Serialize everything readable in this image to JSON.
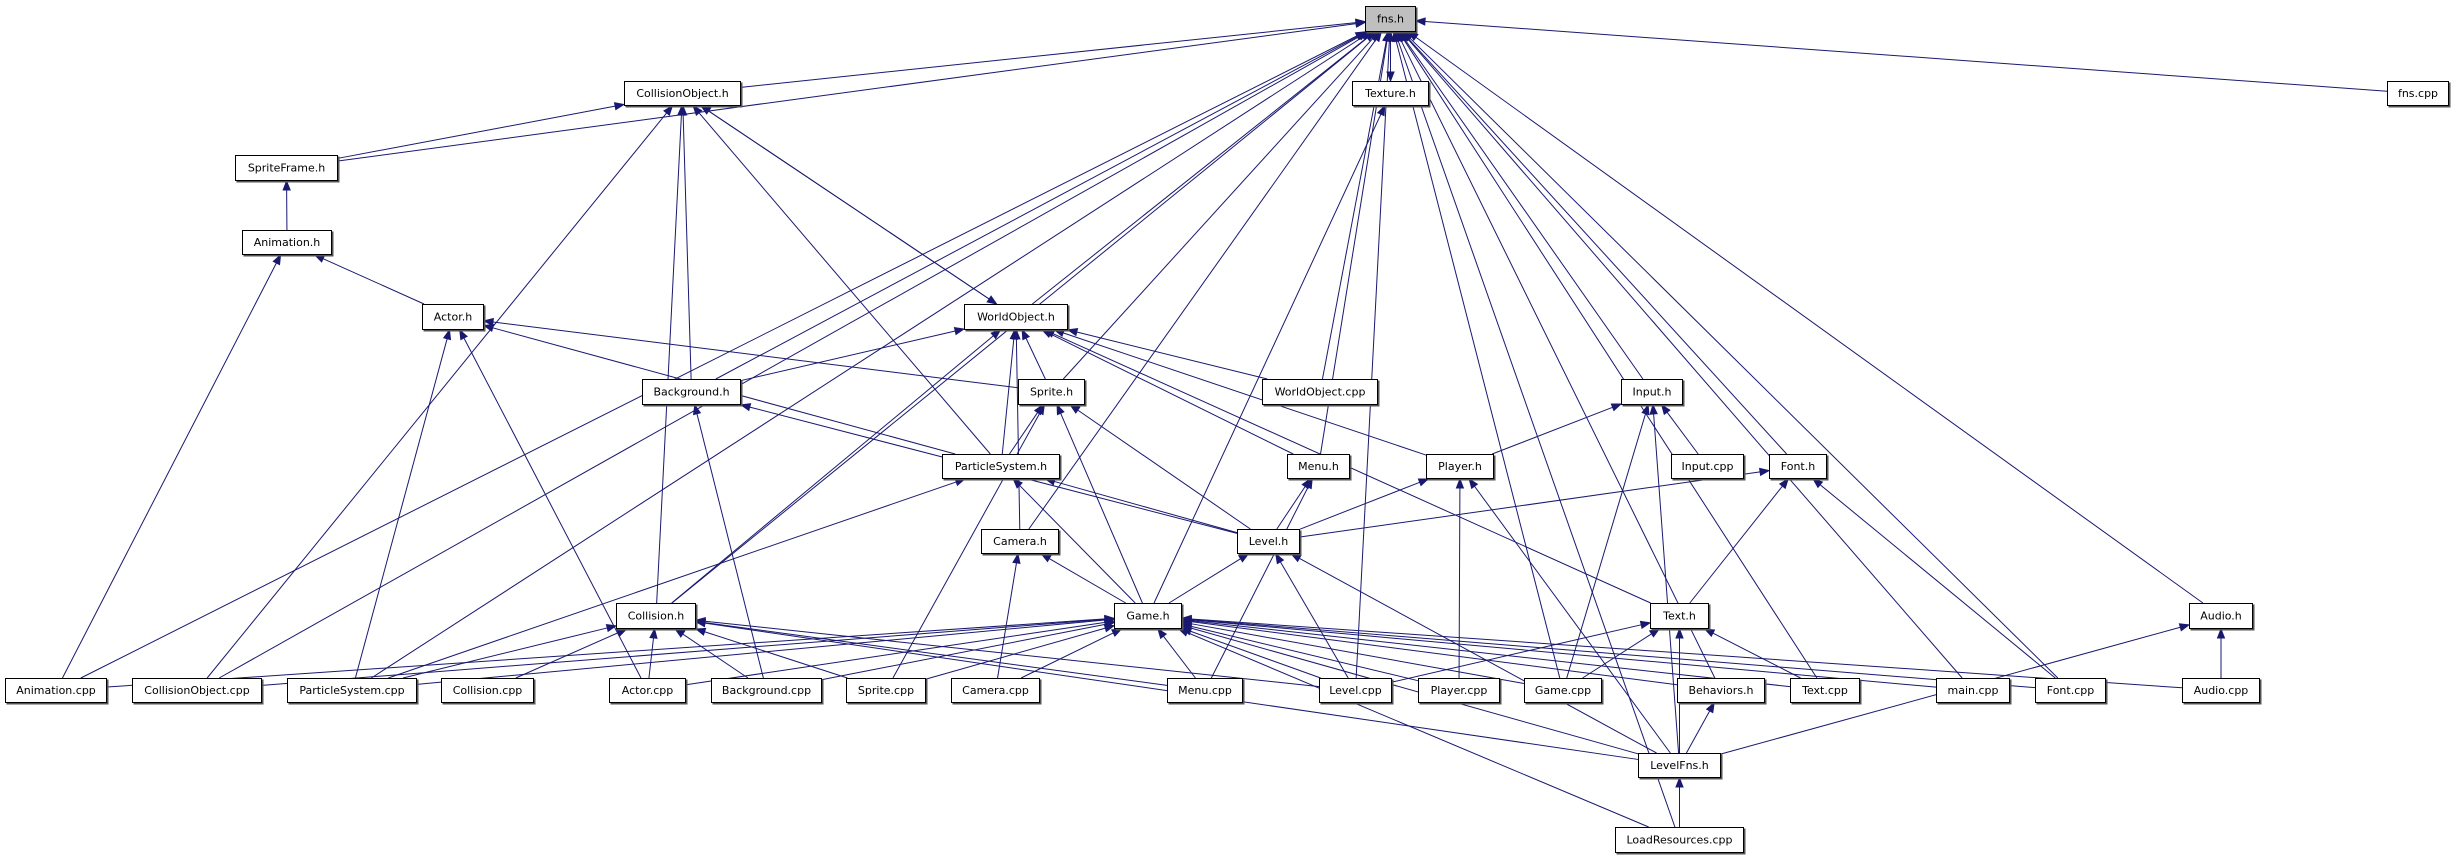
{
  "colors": {
    "edge": "#191970",
    "highlight_fill": "#bfbfbf",
    "node_fill": "#ffffff",
    "node_border": "#000000"
  },
  "nodes": [
    {
      "id": "fns.h",
      "label": "fns.h",
      "highlighted": true
    },
    {
      "id": "CollisionObject.h",
      "label": "CollisionObject.h"
    },
    {
      "id": "Texture.h",
      "label": "Texture.h"
    },
    {
      "id": "fns.cpp",
      "label": "fns.cpp"
    },
    {
      "id": "SpriteFrame.h",
      "label": "SpriteFrame.h"
    },
    {
      "id": "Animation.h",
      "label": "Animation.h"
    },
    {
      "id": "Actor.h",
      "label": "Actor.h"
    },
    {
      "id": "WorldObject.h",
      "label": "WorldObject.h"
    },
    {
      "id": "Background.h",
      "label": "Background.h"
    },
    {
      "id": "Sprite.h",
      "label": "Sprite.h"
    },
    {
      "id": "WorldObject.cpp",
      "label": "WorldObject.cpp"
    },
    {
      "id": "Input.h",
      "label": "Input.h"
    },
    {
      "id": "ParticleSystem.h",
      "label": "ParticleSystem.h"
    },
    {
      "id": "Menu.h",
      "label": "Menu.h"
    },
    {
      "id": "Player.h",
      "label": "Player.h"
    },
    {
      "id": "Input.cpp",
      "label": "Input.cpp"
    },
    {
      "id": "Font.h",
      "label": "Font.h"
    },
    {
      "id": "Camera.h",
      "label": "Camera.h"
    },
    {
      "id": "Level.h",
      "label": "Level.h"
    },
    {
      "id": "Collision.h",
      "label": "Collision.h"
    },
    {
      "id": "Game.h",
      "label": "Game.h"
    },
    {
      "id": "Text.h",
      "label": "Text.h"
    },
    {
      "id": "Audio.h",
      "label": "Audio.h"
    },
    {
      "id": "Animation.cpp",
      "label": "Animation.cpp"
    },
    {
      "id": "CollisionObject.cpp",
      "label": "CollisionObject.cpp"
    },
    {
      "id": "ParticleSystem.cpp",
      "label": "ParticleSystem.cpp"
    },
    {
      "id": "Collision.cpp",
      "label": "Collision.cpp"
    },
    {
      "id": "Actor.cpp",
      "label": "Actor.cpp"
    },
    {
      "id": "Background.cpp",
      "label": "Background.cpp"
    },
    {
      "id": "Sprite.cpp",
      "label": "Sprite.cpp"
    },
    {
      "id": "Camera.cpp",
      "label": "Camera.cpp"
    },
    {
      "id": "Menu.cpp",
      "label": "Menu.cpp"
    },
    {
      "id": "Level.cpp",
      "label": "Level.cpp"
    },
    {
      "id": "Player.cpp",
      "label": "Player.cpp"
    },
    {
      "id": "Game.cpp",
      "label": "Game.cpp"
    },
    {
      "id": "Behaviors.h",
      "label": "Behaviors.h"
    },
    {
      "id": "Text.cpp",
      "label": "Text.cpp"
    },
    {
      "id": "main.cpp",
      "label": "main.cpp"
    },
    {
      "id": "Font.cpp",
      "label": "Font.cpp"
    },
    {
      "id": "Audio.cpp",
      "label": "Audio.cpp"
    },
    {
      "id": "LevelFns.h",
      "label": "LevelFns.h"
    },
    {
      "id": "LoadResources.cpp",
      "label": "LoadResources.cpp"
    }
  ],
  "edges": [
    [
      "CollisionObject.h",
      "fns.h"
    ],
    [
      "Texture.h",
      "fns.h"
    ],
    [
      "fns.h",
      "Texture.h"
    ],
    [
      "fns.cpp",
      "fns.h"
    ],
    [
      "SpriteFrame.h",
      "fns.h"
    ],
    [
      "Animation.cpp",
      "fns.h"
    ],
    [
      "CollisionObject.cpp",
      "fns.h"
    ],
    [
      "ParticleSystem.cpp",
      "fns.h"
    ],
    [
      "Collision.h",
      "fns.h"
    ],
    [
      "Background.h",
      "fns.h"
    ],
    [
      "Camera.h",
      "fns.h"
    ],
    [
      "WorldObject.h",
      "fns.h"
    ],
    [
      "Sprite.h",
      "fns.h"
    ],
    [
      "WorldObject.cpp",
      "fns.h"
    ],
    [
      "Menu.h",
      "fns.h"
    ],
    [
      "Level.cpp",
      "fns.h"
    ],
    [
      "Game.cpp",
      "fns.h"
    ],
    [
      "Input.h",
      "fns.h"
    ],
    [
      "Font.h",
      "fns.h"
    ],
    [
      "Behaviors.h",
      "fns.h"
    ],
    [
      "Text.cpp",
      "fns.h"
    ],
    [
      "main.cpp",
      "fns.h"
    ],
    [
      "Font.cpp",
      "fns.h"
    ],
    [
      "Audio.h",
      "fns.h"
    ],
    [
      "LoadResources.cpp",
      "fns.h"
    ],
    [
      "Game.h",
      "Texture.h"
    ],
    [
      "SpriteFrame.h",
      "CollisionObject.h"
    ],
    [
      "CollisionObject.cpp",
      "CollisionObject.h"
    ],
    [
      "Collision.h",
      "CollisionObject.h"
    ],
    [
      "Background.h",
      "CollisionObject.h"
    ],
    [
      "ParticleSystem.h",
      "CollisionObject.h"
    ],
    [
      "WorldObject.h",
      "CollisionObject.h"
    ],
    [
      "CollisionObject.h",
      "WorldObject.h"
    ],
    [
      "Animation.h",
      "SpriteFrame.h"
    ],
    [
      "Actor.h",
      "Animation.h"
    ],
    [
      "Animation.cpp",
      "Animation.h"
    ],
    [
      "Sprite.h",
      "Actor.h"
    ],
    [
      "ParticleSystem.h",
      "Actor.h"
    ],
    [
      "ParticleSystem.cpp",
      "Actor.h"
    ],
    [
      "Actor.cpp",
      "Actor.h"
    ],
    [
      "Background.h",
      "WorldObject.h"
    ],
    [
      "Sprite.h",
      "WorldObject.h"
    ],
    [
      "ParticleSystem.h",
      "WorldObject.h"
    ],
    [
      "Camera.h",
      "WorldObject.h"
    ],
    [
      "Collision.h",
      "WorldObject.h"
    ],
    [
      "Menu.h",
      "WorldObject.h"
    ],
    [
      "Player.h",
      "WorldObject.h"
    ],
    [
      "Text.h",
      "WorldObject.h"
    ],
    [
      "WorldObject.cpp",
      "WorldObject.h"
    ],
    [
      "Background.cpp",
      "Background.h"
    ],
    [
      "Level.h",
      "Background.h"
    ],
    [
      "ParticleSystem.h",
      "Sprite.h"
    ],
    [
      "Game.h",
      "Sprite.h"
    ],
    [
      "Level.h",
      "Sprite.h"
    ],
    [
      "Sprite.cpp",
      "Sprite.h"
    ],
    [
      "ParticleSystem.cpp",
      "ParticleSystem.h"
    ],
    [
      "Game.h",
      "ParticleSystem.h"
    ],
    [
      "Level.h",
      "ParticleSystem.h"
    ],
    [
      "Game.h",
      "Camera.h"
    ],
    [
      "Camera.cpp",
      "Camera.h"
    ],
    [
      "Level.h",
      "Menu.h"
    ],
    [
      "Menu.cpp",
      "Menu.h"
    ],
    [
      "Level.h",
      "Player.h"
    ],
    [
      "Player.cpp",
      "Player.h"
    ],
    [
      "LevelFns.h",
      "Player.h"
    ],
    [
      "Player.h",
      "Input.h"
    ],
    [
      "Input.cpp",
      "Input.h"
    ],
    [
      "Game.cpp",
      "Input.h"
    ],
    [
      "LevelFns.h",
      "Input.h"
    ],
    [
      "Level.h",
      "Font.h"
    ],
    [
      "Text.h",
      "Font.h"
    ],
    [
      "Font.cpp",
      "Font.h"
    ],
    [
      "Game.h",
      "Level.h"
    ],
    [
      "Level.cpp",
      "Level.h"
    ],
    [
      "LevelFns.h",
      "Level.h"
    ],
    [
      "ParticleSystem.cpp",
      "Collision.h"
    ],
    [
      "Collision.cpp",
      "Collision.h"
    ],
    [
      "Actor.cpp",
      "Collision.h"
    ],
    [
      "Background.cpp",
      "Collision.h"
    ],
    [
      "Sprite.cpp",
      "Collision.h"
    ],
    [
      "Level.cpp",
      "Collision.h"
    ],
    [
      "Menu.cpp",
      "Collision.h"
    ],
    [
      "LevelFns.h",
      "Collision.h"
    ],
    [
      "Animation.cpp",
      "Game.h"
    ],
    [
      "CollisionObject.cpp",
      "Game.h"
    ],
    [
      "ParticleSystem.cpp",
      "Game.h"
    ],
    [
      "Actor.cpp",
      "Game.h"
    ],
    [
      "Background.cpp",
      "Game.h"
    ],
    [
      "Sprite.cpp",
      "Game.h"
    ],
    [
      "Camera.cpp",
      "Game.h"
    ],
    [
      "Menu.cpp",
      "Game.h"
    ],
    [
      "Level.cpp",
      "Game.h"
    ],
    [
      "Player.cpp",
      "Game.h"
    ],
    [
      "Game.cpp",
      "Game.h"
    ],
    [
      "Behaviors.h",
      "Game.h"
    ],
    [
      "Text.cpp",
      "Game.h"
    ],
    [
      "main.cpp",
      "Game.h"
    ],
    [
      "Font.cpp",
      "Game.h"
    ],
    [
      "Audio.cpp",
      "Game.h"
    ],
    [
      "LevelFns.h",
      "Game.h"
    ],
    [
      "LoadResources.cpp",
      "Game.h"
    ],
    [
      "Level.cpp",
      "Text.h"
    ],
    [
      "Game.cpp",
      "Text.h"
    ],
    [
      "Text.cpp",
      "Text.h"
    ],
    [
      "LevelFns.h",
      "Text.h"
    ],
    [
      "LevelFns.h",
      "Behaviors.h"
    ],
    [
      "Audio.cpp",
      "Audio.h"
    ],
    [
      "LevelFns.h",
      "Audio.h"
    ],
    [
      "LoadResources.cpp",
      "LevelFns.h"
    ]
  ]
}
